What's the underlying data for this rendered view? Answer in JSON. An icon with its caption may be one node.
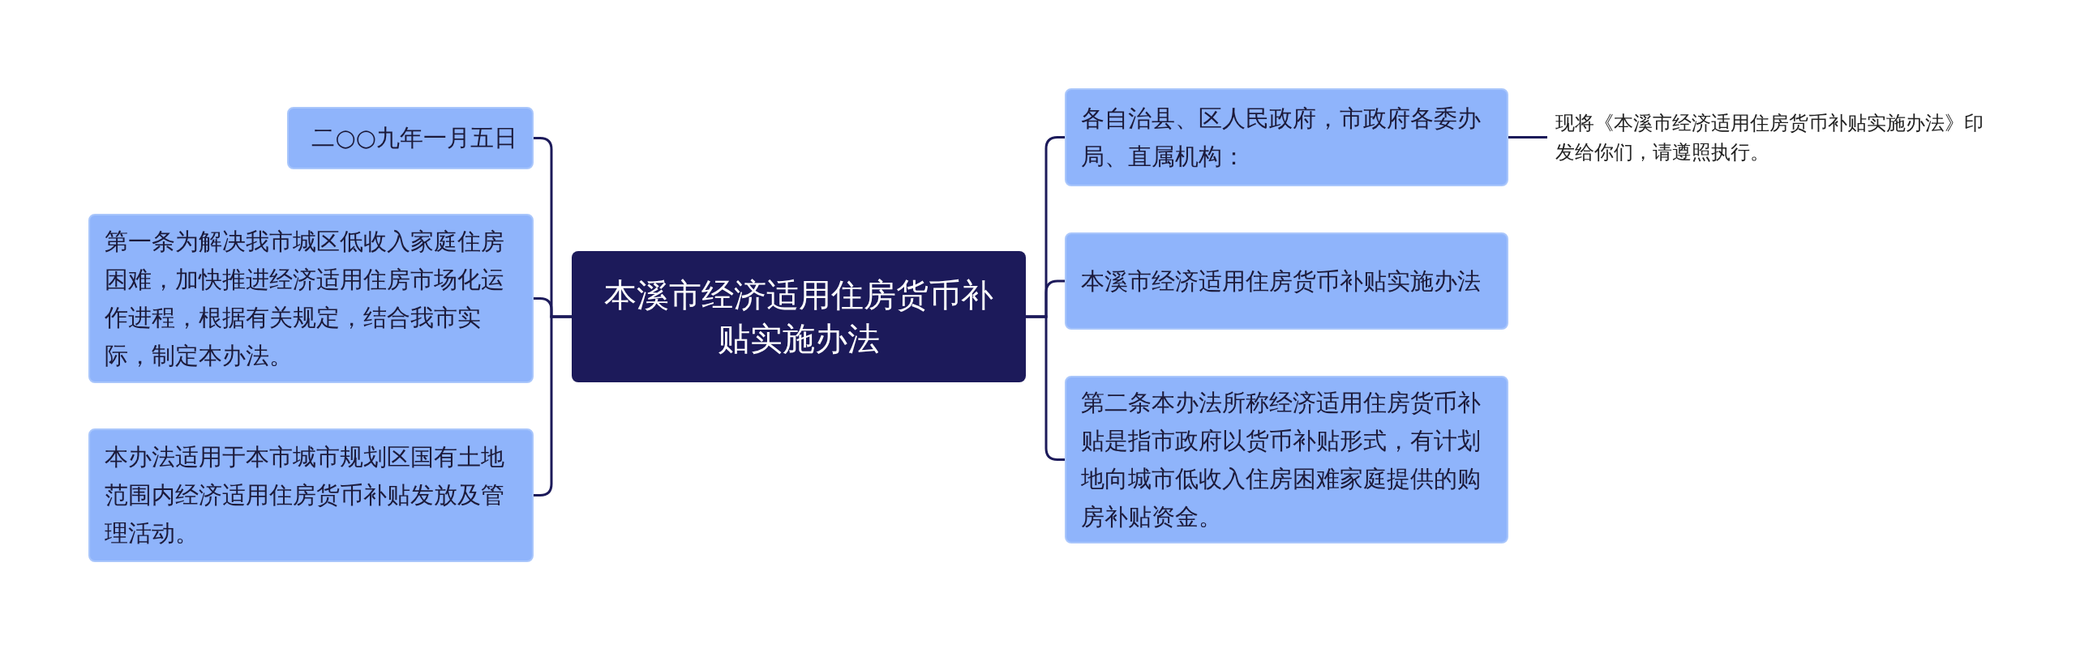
{
  "diagram": {
    "nodes": [
      {
        "text": [
          "本溪市经济适用住房货币补贴实施办法"
        ]
      },
      {
        "text": [
          "二○○九年一月五日"
        ]
      },
      {
        "text": [
          "第一条为解决我市城区低收入家庭住房困难，加快推进经济适用住房市场化运作进程，根据有关规定，结合我市实际，制定本办法。"
        ]
      },
      {
        "text": [
          "本办法适用于本市城市规划区国有土地范围内经济适用住房货币补贴发放及管理活动。"
        ]
      },
      {
        "text": [
          "各自治县、区人民政府，市政府各委办局、直属机构："
        ]
      },
      {
        "text": [
          "本溪市经济适用住房货币补贴实施办法"
        ]
      },
      {
        "text": [
          "第二条本办法所称经济适用住房货币补贴是指市政府以货币补贴形式，有计划地向城市低收入住房困难家庭提供的购房补贴资金。"
        ]
      },
      {
        "text": [
          "现将《本溪市经济适用住房货币补贴实施办法》印发给你们，请遵照执行。"
        ]
      }
    ],
    "edges": [
      {
        "from": 0,
        "to": 1,
        "arrow": "none"
      },
      {
        "from": 0,
        "to": 2,
        "arrow": "none"
      },
      {
        "from": 0,
        "to": 3,
        "arrow": "none"
      },
      {
        "from": 0,
        "to": 4,
        "arrow": "none"
      },
      {
        "from": 0,
        "to": 5,
        "arrow": "none"
      },
      {
        "from": 0,
        "to": 6,
        "arrow": "none"
      },
      {
        "from": 4,
        "to": 7,
        "arrow": "none"
      }
    ]
  }
}
